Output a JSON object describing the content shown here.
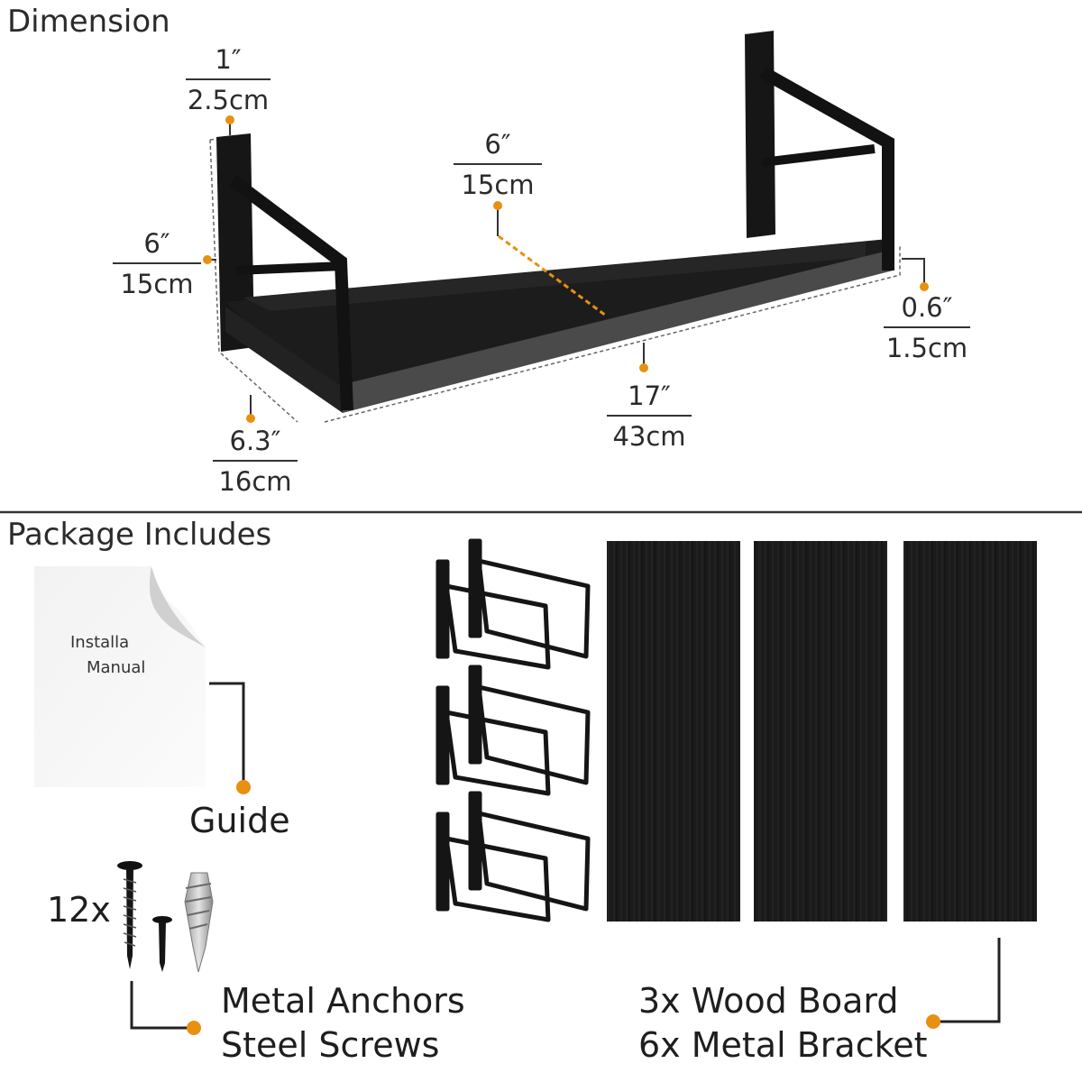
{
  "dimension_section": {
    "title": "Dimension",
    "measurements": {
      "bracket_width": {
        "imperial": "1″",
        "metric": "2.5cm"
      },
      "shelf_depth_top": {
        "imperial": "6″",
        "metric": "15cm"
      },
      "height": {
        "imperial": "6″",
        "metric": "15cm"
      },
      "board_thickness": {
        "imperial": "0.6″",
        "metric": "1.5cm"
      },
      "length": {
        "imperial": "17″",
        "metric": "43cm"
      },
      "bracket_depth": {
        "imperial": "6.3″",
        "metric": "16cm"
      }
    }
  },
  "package_section": {
    "title": "Package Includes",
    "manual": {
      "text_line1": "Installa",
      "text_line2": "Manual"
    },
    "guide_label": "Guide",
    "hardware_count": "12x",
    "hardware_line1": "Metal Anchors",
    "hardware_line2": "Steel Screws",
    "boards_line1": "3x Wood Board",
    "boards_line2": "6x Metal Bracket"
  },
  "colors": {
    "accent": "#e8900f",
    "shelf": "#141414",
    "divider": "#333333"
  }
}
